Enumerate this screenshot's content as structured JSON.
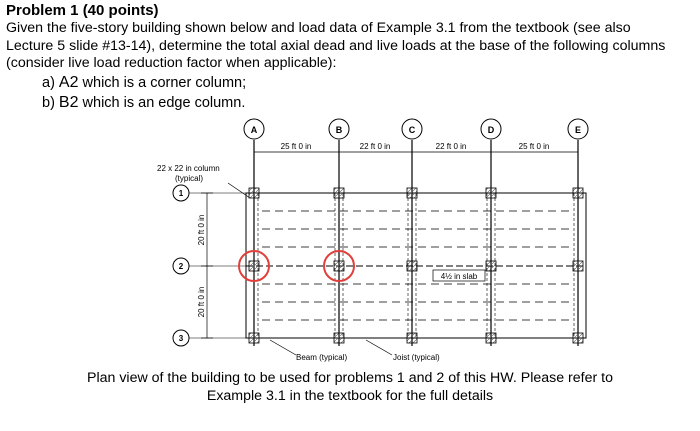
{
  "problem": {
    "title": "Problem 1 (40 points)",
    "statement_line1": "Given the five-story building shown below and load data of Example 3.1 from the textbook (see also",
    "statement_line2": "Lecture 5 slide #13-14), determine the total axial dead and live loads at the base of the following columns",
    "statement_line3": "(consider live load reduction factor when applicable):",
    "items": [
      {
        "prefix": "a) ",
        "column": "A2",
        "suffix": " which is a corner column;"
      },
      {
        "prefix": "b) ",
        "column": "B2",
        "suffix": " which is an edge column."
      }
    ]
  },
  "plan": {
    "grid_letters": [
      "A",
      "B",
      "C",
      "D",
      "E"
    ],
    "grid_numbers": [
      "1",
      "2",
      "3"
    ],
    "spans_x": [
      "25 ft 0 in",
      "22 ft 0 in",
      "22 ft 0 in",
      "25 ft 0 in"
    ],
    "spans_y": [
      "20 ft 0 in",
      "20 ft 0 in"
    ],
    "column_note_line1": "22 x 22 in column",
    "column_note_line2": "(typical)",
    "slab_label": "4½ in slab",
    "beam_label": "Beam (typical)",
    "joist_label": "Joist (typical)",
    "highlight_color": "#e0403c"
  },
  "caption": {
    "line1": "Plan view of the building to be used for problems 1 and 2 of this HW. Please refer to",
    "line2": "Example 3.1 in the textbook for the full details"
  }
}
